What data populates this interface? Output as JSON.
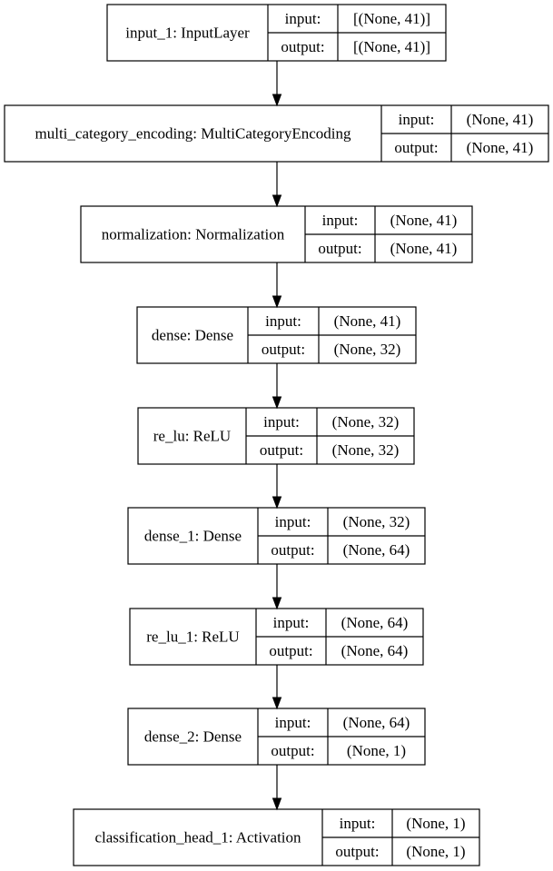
{
  "layers": [
    {
      "name": "input_1: InputLayer",
      "input_label": "input:",
      "input_shape": "[(None, 41)]",
      "output_label": "output:",
      "output_shape": "[(None, 41)]"
    },
    {
      "name": "multi_category_encoding: MultiCategoryEncoding",
      "input_label": "input:",
      "input_shape": "(None, 41)",
      "output_label": "output:",
      "output_shape": "(None, 41)"
    },
    {
      "name": "normalization: Normalization",
      "input_label": "input:",
      "input_shape": "(None, 41)",
      "output_label": "output:",
      "output_shape": "(None, 41)"
    },
    {
      "name": "dense: Dense",
      "input_label": "input:",
      "input_shape": "(None, 41)",
      "output_label": "output:",
      "output_shape": "(None, 32)"
    },
    {
      "name": "re_lu: ReLU",
      "input_label": "input:",
      "input_shape": "(None, 32)",
      "output_label": "output:",
      "output_shape": "(None, 32)"
    },
    {
      "name": "dense_1: Dense",
      "input_label": "input:",
      "input_shape": "(None, 32)",
      "output_label": "output:",
      "output_shape": "(None, 64)"
    },
    {
      "name": "re_lu_1: ReLU",
      "input_label": "input:",
      "input_shape": "(None, 64)",
      "output_label": "output:",
      "output_shape": "(None, 64)"
    },
    {
      "name": "dense_2: Dense",
      "input_label": "input:",
      "input_shape": "(None, 64)",
      "output_label": "output:",
      "output_shape": "(None, 1)"
    },
    {
      "name": "classification_head_1: Activation",
      "input_label": "input:",
      "input_shape": "(None, 1)",
      "output_label": "output:",
      "output_shape": "(None, 1)"
    }
  ],
  "colors": {
    "background": "#ffffff",
    "line": "#000000",
    "text": "#000000"
  }
}
